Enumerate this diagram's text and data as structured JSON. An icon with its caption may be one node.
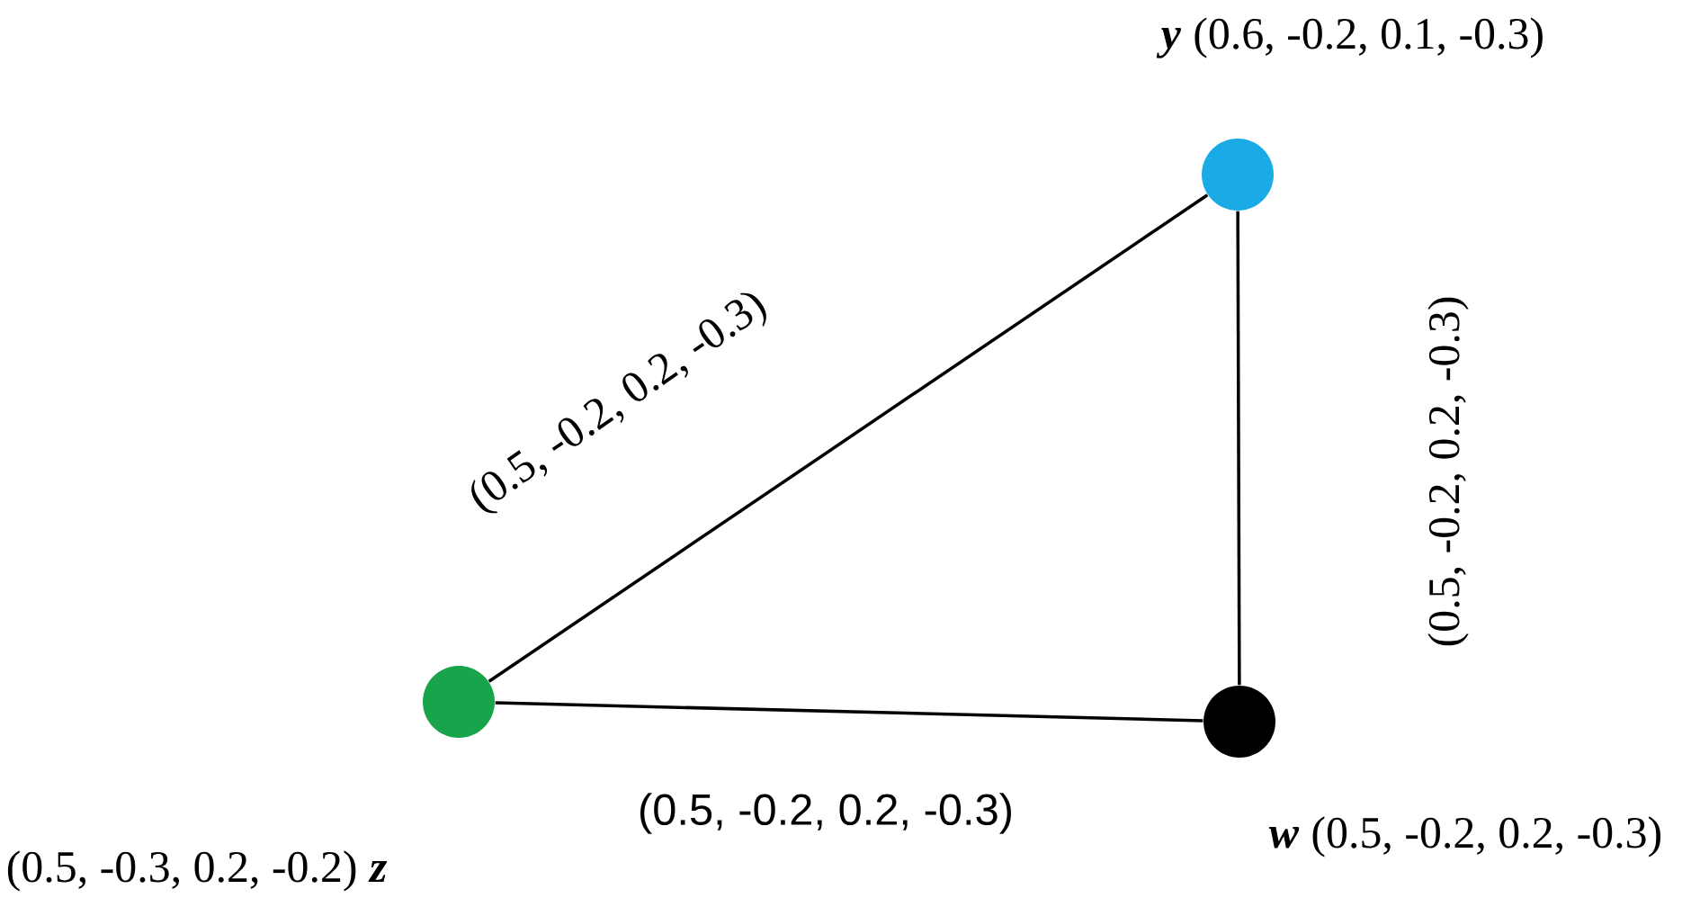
{
  "diagram": {
    "nodes": [
      {
        "text": [],
        "shape": "circle",
        "beside": [
          "y",
          "(0.6, -0.2, 0.1, -0.3)"
        ]
      },
      {
        "text": [],
        "shape": "circle",
        "beside": [
          "(0.5, -0.3, 0.2, -0.2)",
          "z"
        ]
      },
      {
        "text": [],
        "shape": "circle",
        "beside": [
          "w",
          "(0.5, -0.2, 0.2, -0.3)"
        ]
      }
    ],
    "edges": [
      {
        "from": 0,
        "to": 1,
        "arrow": "none",
        "label": "(0.5, -0.2, 0.2, -0.3)"
      },
      {
        "from": 0,
        "to": 2,
        "arrow": "none",
        "label": "(0.5, -0.2, 0.2, -0.3)"
      },
      {
        "from": 1,
        "to": 2,
        "arrow": "none",
        "label": "(0.5, -0.2, 0.2, -0.3)"
      }
    ]
  }
}
